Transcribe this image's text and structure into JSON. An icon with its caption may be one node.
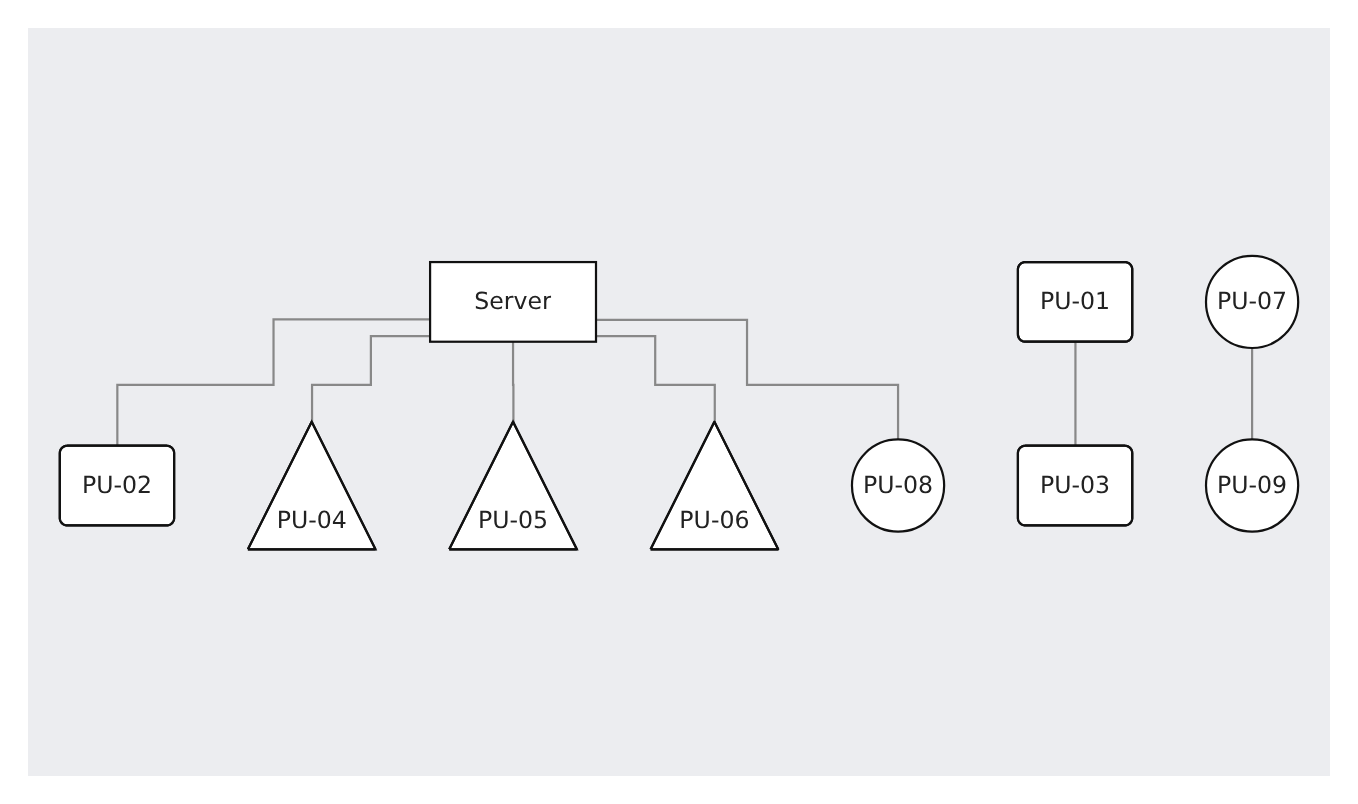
{
  "diagram": {
    "nodes": [
      {
        "text": [
          "Server"
        ]
      },
      {
        "text": [
          "PU-01"
        ]
      },
      {
        "text": [
          "PU-02"
        ]
      },
      {
        "text": [
          "PU-03"
        ]
      },
      {
        "text": [
          "PU-04"
        ]
      },
      {
        "text": [
          "PU-05"
        ]
      },
      {
        "text": [
          "PU-06"
        ]
      },
      {
        "text": [
          "PU-07"
        ]
      },
      {
        "text": [
          "PU-08"
        ]
      },
      {
        "text": [
          "PU-09"
        ]
      }
    ],
    "edges": [
      {
        "from": 1,
        "to": 3,
        "arrow": "none"
      },
      {
        "from": 0,
        "to": 2,
        "arrow": "none"
      },
      {
        "from": 0,
        "to": 4,
        "arrow": "none"
      },
      {
        "from": 0,
        "to": 5,
        "arrow": "none"
      },
      {
        "from": 0,
        "to": 6,
        "arrow": "none"
      },
      {
        "from": 0,
        "to": 8,
        "arrow": "none"
      },
      {
        "from": 7,
        "to": 9,
        "arrow": "none"
      }
    ]
  }
}
